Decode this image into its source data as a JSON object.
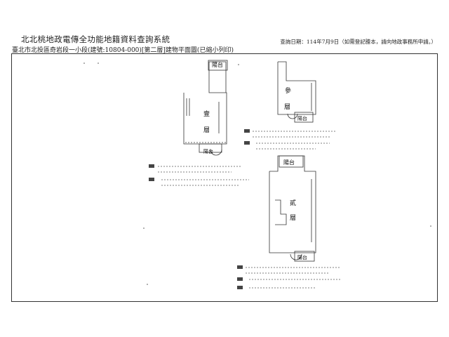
{
  "header": {
    "title": "北北桃地政電傳全功能地籍資料查詢系統",
    "parcel_line": "臺北市北投區奇岩段一小段(建號:10804-000)[第二層]建物平面圖(已縮小列印)",
    "query_note": "查詢日期：114年7月9日（如需登記謄本，請向地政事務所申請。）"
  },
  "plan": {
    "floor1_label": "壹",
    "floor1_label2": "層",
    "floor2_label": "貳",
    "floor2_label2": "層",
    "floor3_label": "參",
    "floor3_label2": "層",
    "balcony": "陽台"
  }
}
